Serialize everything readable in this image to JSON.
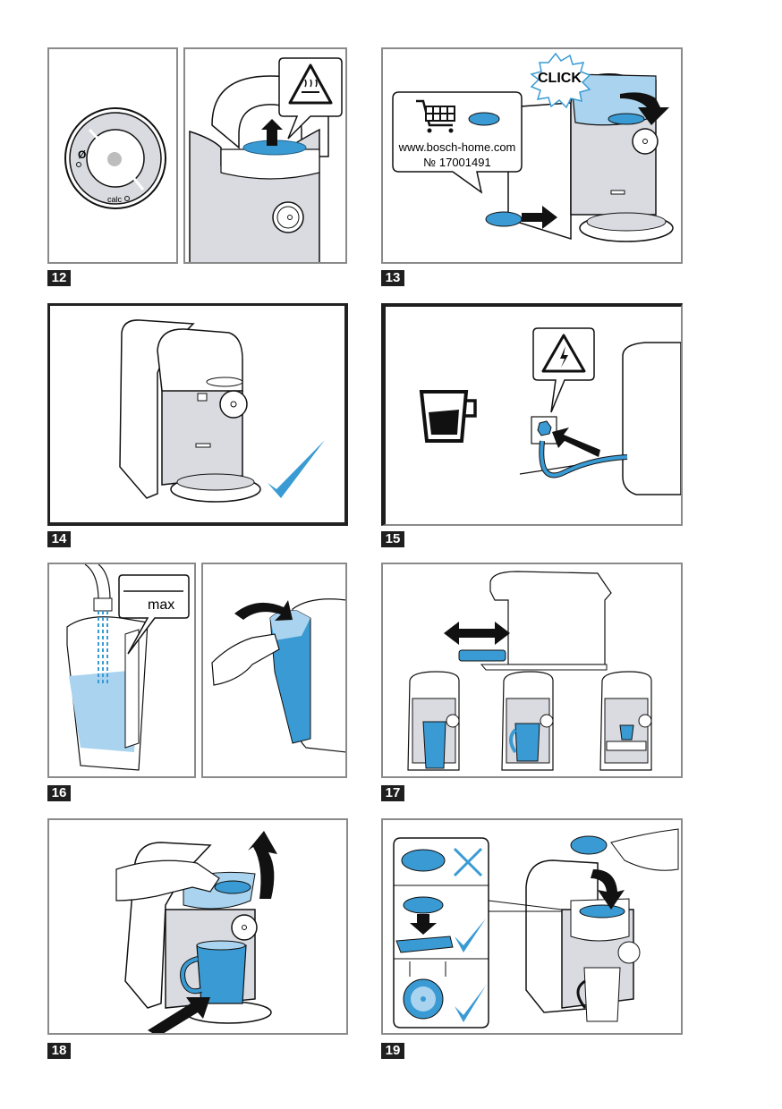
{
  "colors": {
    "accent_blue": "#3a9bd4",
    "light_blue": "#a9d3ee",
    "gray_fill": "#d9dbe0",
    "frame": "#8a8a8a",
    "label_bg": "#1f1f1f"
  },
  "steps": [
    {
      "number": "12",
      "panels": [
        {
          "name": "calc-dial",
          "dial_label": "calc",
          "icons": [
            "descale-icon",
            "indicator-dot"
          ]
        },
        {
          "name": "open-lid-remove-disc",
          "warning": "hot-surface-warning-icon"
        }
      ]
    },
    {
      "number": "13",
      "bubble": {
        "url": "www.bosch-home.com",
        "part_number": "№ 17001491",
        "icon": "shopping-cart-icon"
      },
      "sound_label": "CLICK"
    },
    {
      "number": "14",
      "status": "check-mark-icon"
    },
    {
      "number": "15",
      "warning": "electric-shock-warning-icon",
      "icon": "coffee-cup-icon"
    },
    {
      "number": "16",
      "panels": [
        {
          "name": "fill-tank",
          "level_label": "max"
        },
        {
          "name": "insert-tank"
        }
      ]
    },
    {
      "number": "17",
      "cup_options": [
        "tall-glass",
        "mug",
        "espresso-cup"
      ]
    },
    {
      "number": "18"
    },
    {
      "number": "19",
      "checks": [
        {
          "item": "disc-wrong",
          "result": "cross"
        },
        {
          "item": "disc-on-holder",
          "result": "check"
        },
        {
          "item": "disc-seated",
          "result": "check"
        }
      ]
    }
  ]
}
